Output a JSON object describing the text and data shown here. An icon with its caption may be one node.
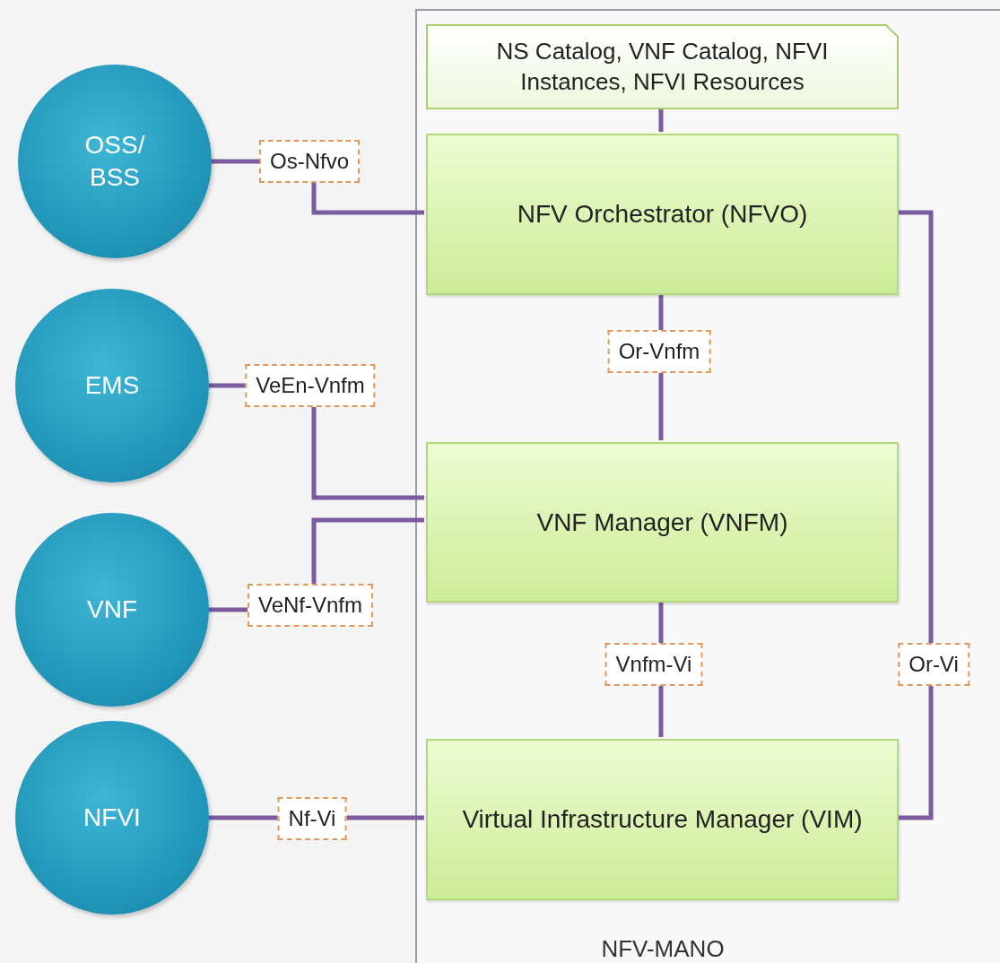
{
  "diagram": {
    "nodes": [
      {
        "text": [
          "NFV-MANO"
        ]
      },
      {
        "text": [
          "NS Catalog, VNF Catalog, NFVI Instances, NFVI Resources"
        ],
        "in": 0
      },
      {
        "text": [
          "NFV Orchestrator (NFVO)"
        ],
        "in": 0
      },
      {
        "text": [
          "VNF Manager (VNFM)"
        ],
        "in": 0
      },
      {
        "text": [
          "Virtual Infrastructure Manager (VIM)"
        ],
        "in": 0
      },
      {
        "text": [
          "OSS/ BSS"
        ]
      },
      {
        "text": [
          "EMS"
        ]
      },
      {
        "text": [
          "VNF"
        ]
      },
      {
        "text": [
          "NFVI"
        ]
      }
    ],
    "edges": [
      {
        "from": 1,
        "to": 2,
        "arrow": "none"
      },
      {
        "from": 5,
        "to": 2,
        "arrow": "none",
        "label": "Os-Nfvo"
      },
      {
        "from": 2,
        "to": 3,
        "arrow": "none",
        "label": "Or-Vnfm"
      },
      {
        "from": 6,
        "to": 3,
        "arrow": "none",
        "label": "VeEn-Vnfm"
      },
      {
        "from": 7,
        "to": 3,
        "arrow": "none",
        "label": "VeNf-Vnfm"
      },
      {
        "from": 3,
        "to": 4,
        "arrow": "none",
        "label": "Vnfm-Vi"
      },
      {
        "from": 2,
        "to": 4,
        "arrow": "none",
        "label": "Or-Vi"
      },
      {
        "from": 8,
        "to": 4,
        "arrow": "none",
        "label": "Nf-Vi"
      }
    ]
  }
}
